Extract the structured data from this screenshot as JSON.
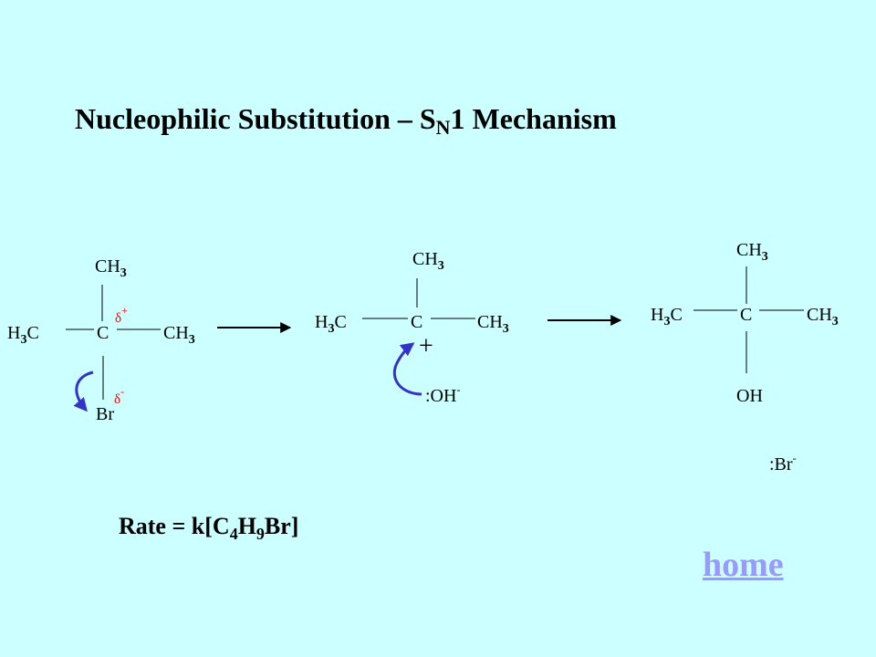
{
  "title": {
    "main": "Nucleophilic Substitution – S",
    "sub": "N",
    "tail": "1 Mechanism"
  },
  "structure1": {
    "top": {
      "base": "CH",
      "sub": "3"
    },
    "left": {
      "base": "H",
      "sub": "3",
      "tail": "C"
    },
    "center": "C",
    "right": {
      "base": "CH",
      "sub": "3"
    },
    "bottom": "Br",
    "delta_plus": {
      "base": "δ",
      "sup": "+"
    },
    "delta_minus": {
      "base": "δ",
      "sup": "-"
    }
  },
  "structure2": {
    "top": {
      "base": "CH",
      "sub": "3"
    },
    "left": {
      "base": "H",
      "sub": "3",
      "tail": "C"
    },
    "center": "C",
    "right": {
      "base": "CH",
      "sub": "3"
    },
    "charge": "+",
    "nucleophile": {
      "base": ":OH",
      "sup": "-"
    }
  },
  "structure3": {
    "top": {
      "base": "CH",
      "sub": "3"
    },
    "left": {
      "base": "H",
      "sub": "3",
      "tail": "C"
    },
    "center": "C",
    "right": {
      "base": "CH",
      "sub": "3"
    },
    "bottom": "OH",
    "leaving_group": {
      "base": ":Br",
      "sup": "-"
    }
  },
  "rate": {
    "a": "Rate = k[C",
    "sub1": "4",
    "b": "H",
    "sub2": "9",
    "c": "Br]"
  },
  "home_link": "home",
  "colors": {
    "background": "#ccffff",
    "curved_arrow": "#3333cc",
    "delta": "#ff0000",
    "home_link": "#9999ff"
  }
}
